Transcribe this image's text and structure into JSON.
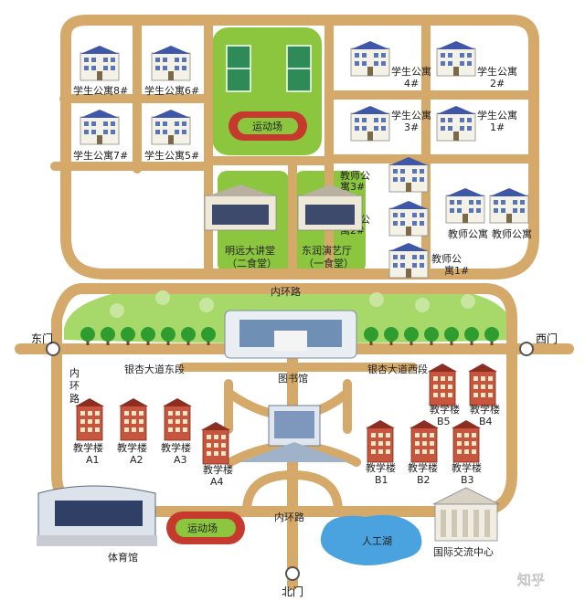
{
  "gates": {
    "east": "东门",
    "west": "西门",
    "north": "北门"
  },
  "roads": {
    "inner_top": "内环路",
    "inner_bottom": "内环路",
    "inner_left_1": "内",
    "inner_left_2": "环",
    "inner_left_3": "路",
    "avenue_east": "银杏大道东段",
    "avenue_west": "银杏大道西段"
  },
  "buildings": {
    "dorm8": "学生公寓8#",
    "dorm6": "学生公寓6#",
    "dorm7": "学生公寓7#",
    "dorm5": "学生公寓5#",
    "dorm4_a": "学生公寓",
    "dorm4_b": "4#",
    "dorm2_a": "学生公寓",
    "dorm2_b": "2#",
    "dorm3_a": "学生公寓",
    "dorm3_b": "3#",
    "dorm1_a": "学生公寓",
    "dorm1_b": "1#",
    "teacher3_a": "教师公",
    "teacher3_b": "寓3#",
    "teacher2_a": "教师公",
    "teacher2_b": "寓2#",
    "teacher1_a": "教师公",
    "teacher1_b": "寓1#",
    "teacher_right_1": "教师公寓",
    "teacher_right_2": "教师公寓",
    "lecture_hall_a": "明远大讲堂",
    "lecture_hall_b": "（二食堂）",
    "arts_hall_a": "东润演艺厅",
    "arts_hall_b": "（一食堂）",
    "library": "图书馆",
    "a1": "教学楼",
    "a1_code": "A1",
    "a2": "教学楼",
    "a2_code": "A2",
    "a3": "教学楼",
    "a3_code": "A3",
    "a4": "教学楼",
    "a4_code": "A4",
    "b1": "教学楼",
    "b1_code": "B1",
    "b2": "教学楼",
    "b2_code": "B2",
    "b3": "教学楼",
    "b3_code": "B3",
    "b4": "教学楼",
    "b4_code": "B4",
    "b5": "教学楼",
    "b5_code": "B5",
    "gym": "体育馆",
    "exchange_center": "国际交流中心"
  },
  "places": {
    "sports_field_top": "运动场",
    "sports_field_bottom": "运动场",
    "lake": "人工湖"
  },
  "watermark": "知乎"
}
